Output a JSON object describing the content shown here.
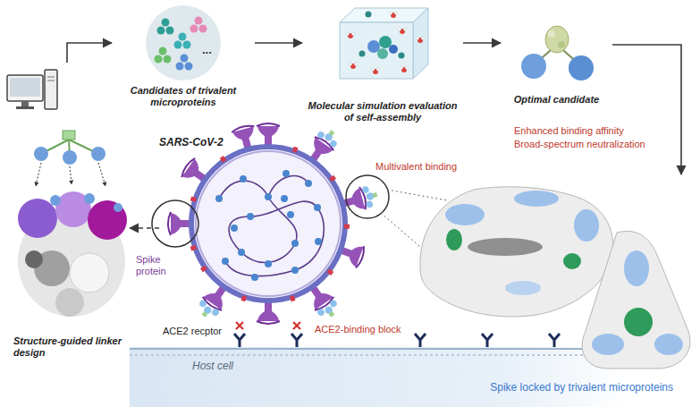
{
  "diagram": {
    "nodes": [
      {
        "text": [
          "Candidates of trivalent microproteins"
        ]
      },
      {
        "text": [
          "Molecular simulation evaluation of self-assembly"
        ]
      },
      {
        "text": [
          "Optimal candidate"
        ]
      },
      {
        "text": [
          "Structure-guided linker design"
        ]
      },
      {
        "text": [
          "SARS-CoV-2"
        ]
      },
      {
        "text": [
          "Spike locked by trivalent microproteins"
        ]
      },
      {
        "text": [
          "Host cell"
        ]
      }
    ],
    "edges": [
      {
        "from": 3,
        "to": 0,
        "arrow": "to"
      },
      {
        "from": 0,
        "to": 1,
        "arrow": "to"
      },
      {
        "from": 1,
        "to": 2,
        "arrow": "to"
      },
      {
        "from": 2,
        "to": 5,
        "arrow": "to"
      },
      {
        "from": 4,
        "to": 3,
        "arrow": "to"
      }
    ],
    "labels": [
      "...",
      "Enhanced binding affinity",
      "Broad-spectrum neutralization",
      "Multivalent binding",
      "Spike protein",
      "ACE2 recptor",
      "ACE2-binding block"
    ]
  }
}
